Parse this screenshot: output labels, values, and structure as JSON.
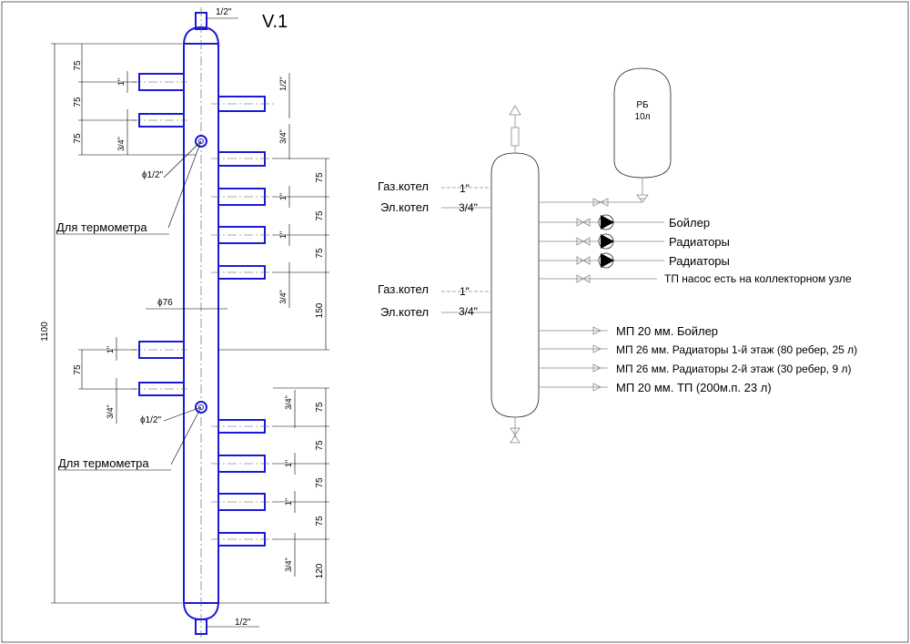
{
  "title": "V.1",
  "colors": {
    "pipe": "#1a1ad6",
    "line": "#000000",
    "schematic": "#888888"
  },
  "left": {
    "top_nozzle": "1/2\"",
    "bottom_nozzle": "1/2\"",
    "diameter": "ϕ76",
    "overall_height": "1100",
    "thermometer_label": "Для термометра",
    "thermometer_label_2": "Для термометра",
    "thermowell_size": "ϕ1/2\"",
    "thermowell_size_2": "ϕ1/2\"",
    "left_dims": [
      "75",
      "75",
      "75",
      "75"
    ],
    "left_sizes": [
      "1\"",
      "3/4\"",
      "1\"",
      "3/4\""
    ],
    "right_dims_top": [
      "75",
      "75",
      "75",
      "150"
    ],
    "right_sizes_top": [
      "1/2\"",
      "3/4\"",
      "1\"",
      "1\"",
      "3/4\""
    ],
    "right_dims_bottom": [
      "75",
      "75",
      "75",
      "75",
      "120"
    ],
    "right_sizes_bottom": [
      "3/4\"",
      "1\"",
      "1\"",
      "3/4\""
    ]
  },
  "right": {
    "tank_label": "РБ",
    "tank_volume": "10л",
    "inputs": [
      {
        "name": "Газ.котел",
        "size": "1\""
      },
      {
        "name": "Эл.котел",
        "size": "3/4\""
      },
      {
        "name": "Газ.котел",
        "size": "1\""
      },
      {
        "name": "Эл.котел",
        "size": "3/4\""
      }
    ],
    "outputs": [
      {
        "label": "Бойлер"
      },
      {
        "label": "Радиаторы"
      },
      {
        "label": "Радиаторы"
      },
      {
        "label": "ТП  насос есть на коллекторном узле"
      },
      {
        "label": "МП 20 мм. Бойлер"
      },
      {
        "label": "МП 26 мм. Радиаторы 1-й этаж (80 ребер, 25 л)"
      },
      {
        "label": "МП 26 мм. Радиаторы 2-й этаж (30 ребер, 9 л)"
      },
      {
        "label": "МП 20 мм. ТП (200м.п. 23 л)"
      }
    ]
  }
}
